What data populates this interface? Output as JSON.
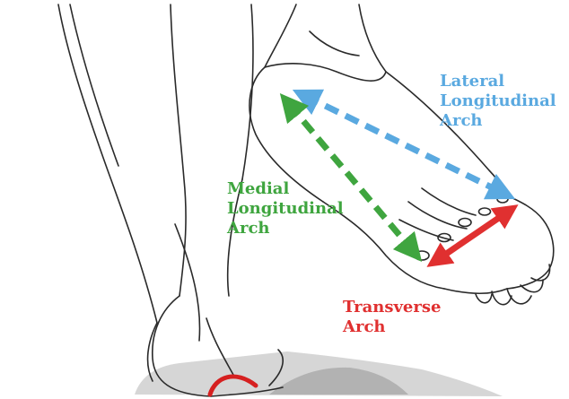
{
  "labels": {
    "lateral": [
      "Lateral",
      "Longitudinal",
      "Arch"
    ],
    "medial": [
      "Medial",
      "Longitudinal",
      "Arch"
    ],
    "transverse": [
      "Transverse",
      "Arch"
    ]
  },
  "colors": {
    "lateral_arch": "#5aa9e0",
    "medial_arch": "#3fa53f",
    "transverse_arch": "#e03030",
    "sketch_line": "#2a2a2a",
    "ground_shadow": "#9a9a9a"
  },
  "icons": {
    "lateral_arrow": "dashed-double-arrow",
    "medial_arrow": "dashed-double-arrow",
    "transverse_arrow": "solid-double-arrow",
    "heel_marker": "red-arc"
  }
}
